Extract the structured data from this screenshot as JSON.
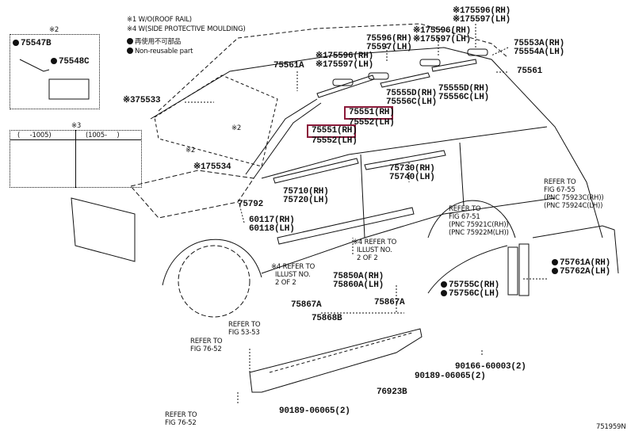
{
  "legend": {
    "note1": "※1 W/O(ROOF RAIL)",
    "note4": "※4 W(SIDE PROTECTIVE MOULDING)",
    "nonreuse_jp": "再使用不可部品",
    "nonreuse_en": "Non-reusable part"
  },
  "inset2": {
    "title": "※2",
    "part_a": "75547B",
    "part_b": "75548C"
  },
  "inset3": {
    "title": "※3",
    "col_left": "(     -1005)",
    "col_right": "(1005-     )"
  },
  "labels": {
    "p75533": "※375533",
    "p75561A": "75561A",
    "roof1_rh": "※175596(RH)",
    "roof1_lh": "※175597(LH)",
    "roof2_rh": "75596(RH)",
    "roof2_lh": "75597(LH)",
    "roof3_rh": "※175596(RH)",
    "roof3_lh": "※175597(LH)",
    "roof4_rh": "※175596(RH)",
    "roof4_lh": "※175597(LH)",
    "p75553A": "75553A(RH)",
    "p75554A": "75554A(LH)",
    "p75561": "75561",
    "m1_rh": "75555D(RH)",
    "m1_lh": "75556C(LH)",
    "m2_rh": "75555D(RH)",
    "m2_lh": "75556C(LH)",
    "h1_rh": "75551(RH)",
    "h1_lh": "75552(LH)",
    "h2_rh": "75551(RH)",
    "h2_lh": "75552(LH)",
    "star2_a": "※2",
    "star2_b": "※2",
    "p75534": "※175534",
    "p75792": "75792",
    "p60117": "60117(RH)",
    "p60118": "60118(LH)",
    "p75710": "75710(RH)",
    "p75720": "75720(LH)",
    "p75730": "75730(RH)",
    "p75740": "75740(LH)",
    "ref4a": "※4 REFER TO\n  ILLUST NO.\n  2 OF 2",
    "ref4b": "※4 REFER TO\n  ILLUST NO.\n  2 OF 2",
    "fig6751": "REFER TO\nFIG 67-51\n(PNC 75921C(RH))\n(PNC 75922M(LH))",
    "fig6755": "REFER TO\nFIG 67-55\n(PNC 75923C(RH))\n(PNC 75924C(LH))",
    "p75761A": "75761A(RH)",
    "p75762A": "75762A(LH)",
    "p75755C": "75755C(RH)",
    "p75756C": "75756C(LH)",
    "p75850A": "75850A(RH)",
    "p75860A": "75860A(LH)",
    "p75867A_l": "75867A",
    "p75867A_r": "75867A",
    "p75868B": "75868B",
    "fig5353": "REFER TO\nFIG 53-53",
    "fig7652a": "REFER TO\nFIG 76-52",
    "fig7652b": "REFER TO\nFIG 76-52",
    "p76923B": "76923B",
    "p90189_a": "90189-06065(2)",
    "p90189_b": "90189-06065(2)",
    "p90166": "90166-60003(2)",
    "diagram_id": "751959N"
  },
  "highlight_color": "#8b1a3a"
}
